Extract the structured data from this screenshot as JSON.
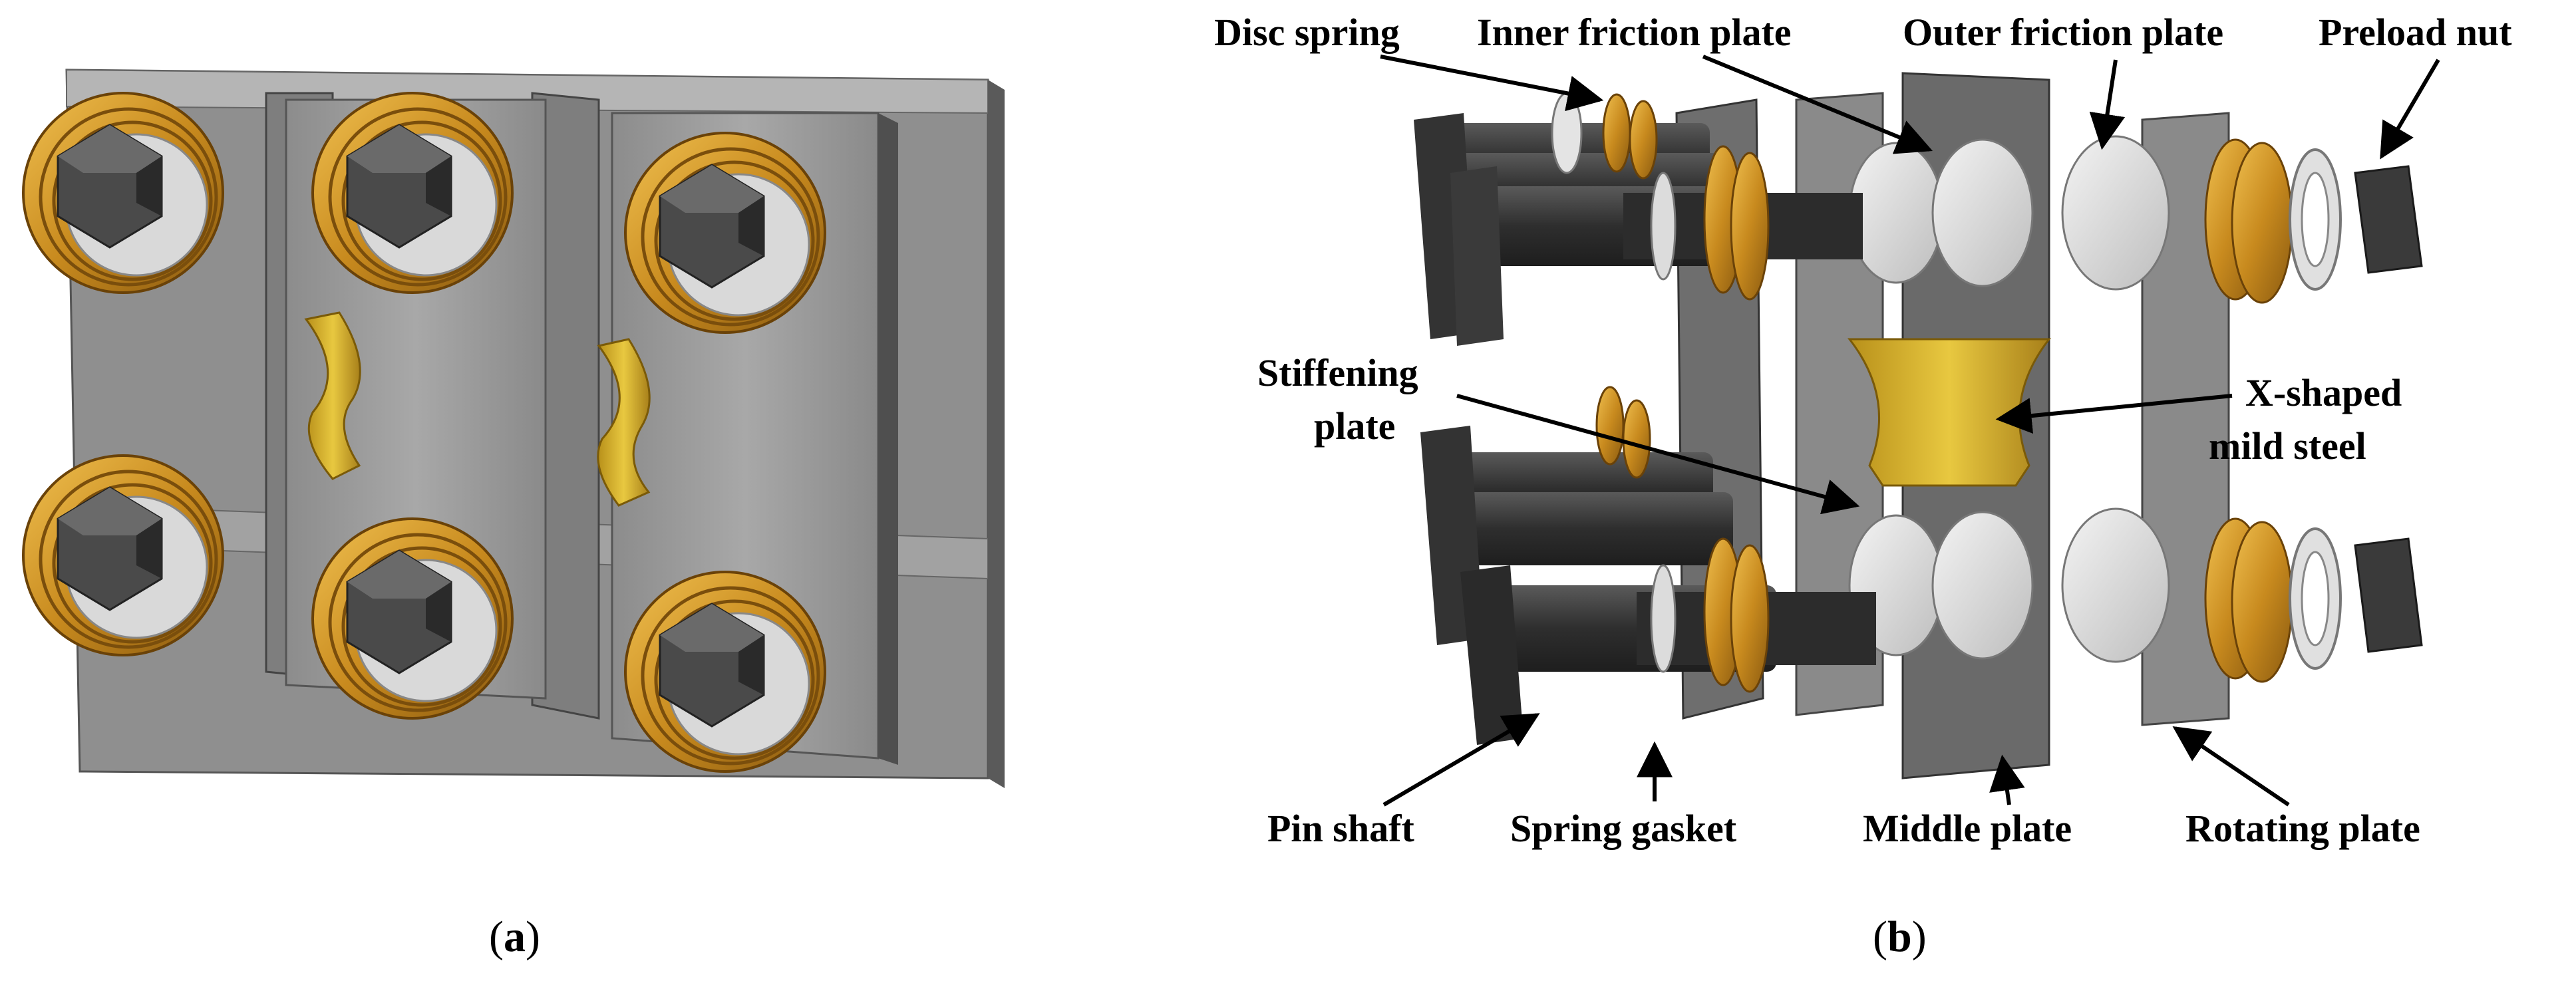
{
  "panels": [
    {
      "id": "a",
      "caption_open": "(",
      "caption_letter": "a",
      "caption_close": ")"
    },
    {
      "id": "b",
      "caption_open": "(",
      "caption_letter": "b",
      "caption_close": ")"
    }
  ],
  "labels": {
    "disc_spring": "Disc spring",
    "inner_friction_plate": "Inner friction plate",
    "outer_friction_plate": "Outer friction plate",
    "preload_nut": "Preload nut",
    "stiffening_plate_1": "Stiffening",
    "stiffening_plate_2": "plate",
    "x_shaped_1": "X-shaped",
    "x_shaped_2": "mild steel",
    "pin_shaft": "Pin shaft",
    "spring_gasket": "Spring gasket",
    "middle_plate": "Middle plate",
    "rotating_plate": "Rotating plate"
  },
  "colors": {
    "plate_gray": "#9a9a9a",
    "plate_dark": "#6e6e6e",
    "bolt_dark": "#3a3a3a",
    "spring_gold": "#d29a2a",
    "mild_steel_yellow": "#d6b22a",
    "friction_light": "#dcdcdc"
  }
}
